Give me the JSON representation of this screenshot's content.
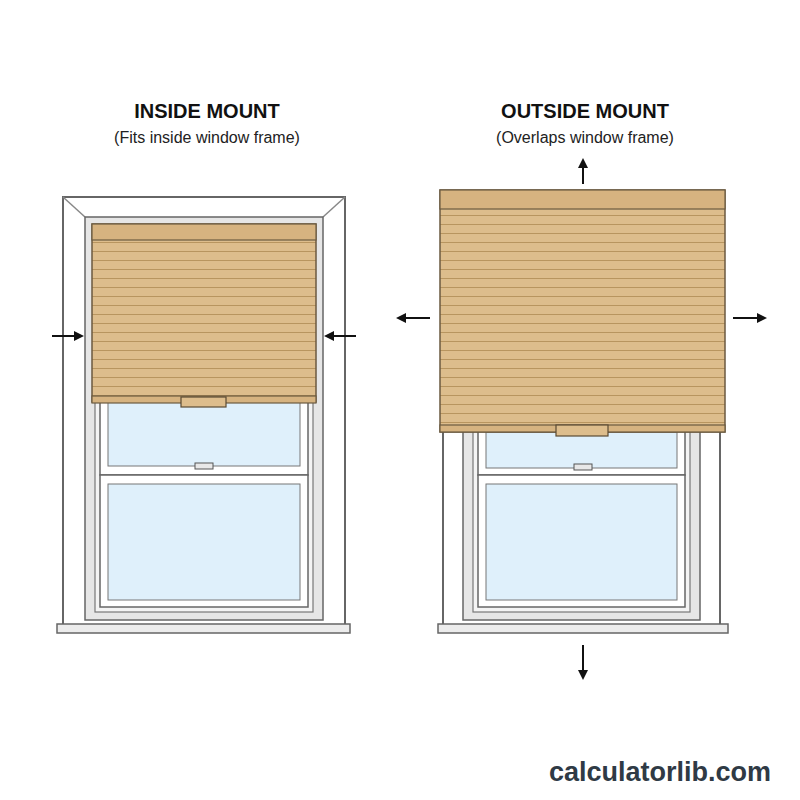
{
  "diagram": {
    "labels": [
      "INSIDE MOUNT",
      "(Fits inside window frame)",
      "OUTSIDE MOUNT",
      "(Overlaps window frame)",
      "calculatorlib.com"
    ]
  }
}
